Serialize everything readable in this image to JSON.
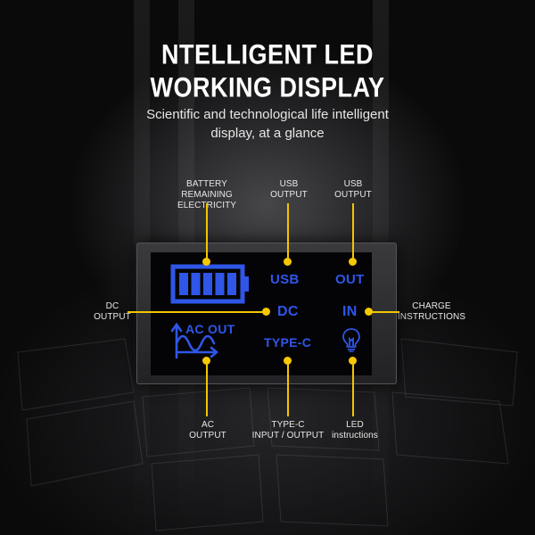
{
  "title": {
    "line1": "NTELLIGENT LED",
    "line2": "WORKING DISPLAY"
  },
  "subtitle": {
    "line1": "Scientific and technological life intelligent",
    "line2": "display, at a glance"
  },
  "callouts": {
    "battery": {
      "line1": "BATTERY",
      "line2": "REMAINING ELECTRICITY"
    },
    "usb_output_1": {
      "line1": "USB",
      "line2": "OUTPUT"
    },
    "usb_output_2": {
      "line1": "USB",
      "line2": "OUTPUT"
    },
    "dc_output": {
      "line1": "DC",
      "line2": "OUTPUT"
    },
    "charge_instructions": {
      "line1": "CHARGE",
      "line2": "INSTRUCTIONS"
    },
    "ac_output": {
      "line1": "AC",
      "line2": "OUTPUT"
    },
    "typec": {
      "line1": "TYPE-C",
      "line2": "INPUT / OUTPUT"
    },
    "led": {
      "line1": "LED",
      "line2": "instructions"
    }
  },
  "display": {
    "usb": "USB",
    "out": "OUT",
    "dc": "DC",
    "in": "IN",
    "ac_out": "AC OUT",
    "type_c": "TYPE-C",
    "battery_bars": 5
  },
  "colors": {
    "display_blue": "#2f56e8",
    "callout_yellow": "#f5c800",
    "background": "#0a0a0b"
  },
  "icons": [
    "battery-icon",
    "ac-wave-icon",
    "lightbulb-icon"
  ]
}
